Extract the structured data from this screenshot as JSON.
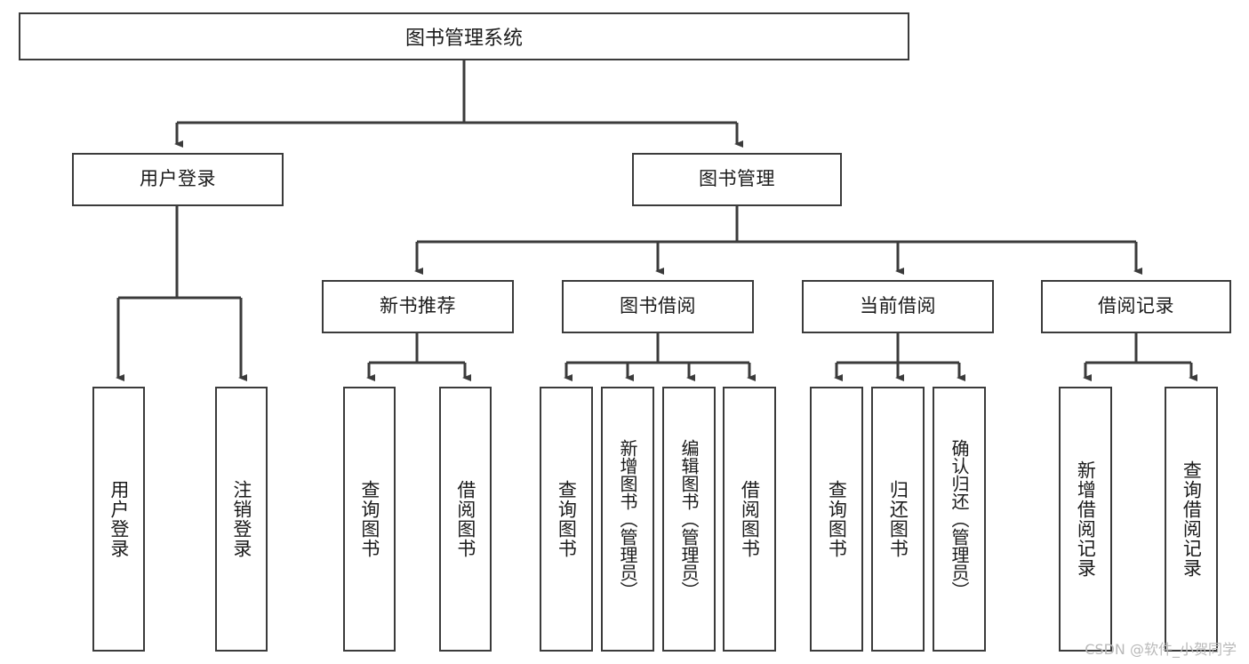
{
  "diagram": {
    "title": "图书管理系统",
    "type": "tree-structure-chart",
    "root": {
      "label": "图书管理系统"
    },
    "level2": [
      {
        "label": "用户登录"
      },
      {
        "label": "图书管理"
      }
    ],
    "level3": [
      {
        "label": "新书推荐"
      },
      {
        "label": "图书借阅"
      },
      {
        "label": "当前借阅"
      },
      {
        "label": "借阅记录"
      }
    ],
    "leaves": {
      "user_login": [
        {
          "label": "用户登录"
        },
        {
          "label": "注销登录"
        }
      ],
      "new_book_recommend": [
        {
          "label": "查询图书"
        },
        {
          "label": "借阅图书"
        }
      ],
      "book_borrow": [
        {
          "label": "查询图书"
        },
        {
          "label": "新增图书（管理员）"
        },
        {
          "label": "编辑图书（管理员）"
        },
        {
          "label": "借阅图书"
        }
      ],
      "current_borrow": [
        {
          "label": "查询图书"
        },
        {
          "label": "归还图书"
        },
        {
          "label": "确认归还（管理员）"
        }
      ],
      "borrow_record": [
        {
          "label": "新增借阅记录"
        },
        {
          "label": "查询借阅记录"
        }
      ]
    }
  },
  "watermark": {
    "text": "CSDN @软件_小贺同学"
  },
  "colors": {
    "border": "#3b3b3b",
    "background": "#ffffff",
    "text": "#1b1b1b",
    "watermark": "#b9b9b9"
  }
}
